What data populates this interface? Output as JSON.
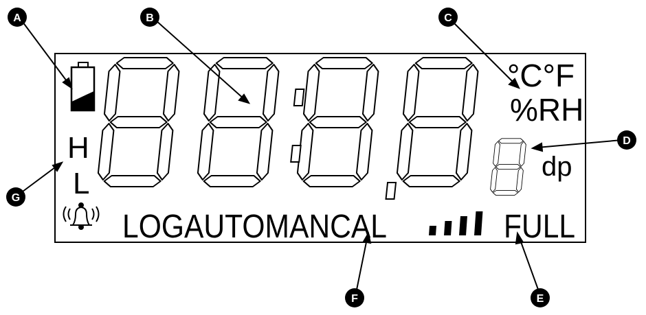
{
  "callouts": [
    {
      "letter": "A"
    },
    {
      "letter": "B"
    },
    {
      "letter": "C"
    },
    {
      "letter": "D"
    },
    {
      "letter": "E"
    },
    {
      "letter": "F"
    },
    {
      "letter": "G"
    }
  ],
  "units": {
    "temperature": "°C°F",
    "humidity": "%RH"
  },
  "decimal_label": "dp",
  "high_low": {
    "high": "H",
    "low": "L"
  },
  "modes": "LOGAUTOMANCAL",
  "memory": {
    "label": "FULL",
    "bars": 4
  },
  "battery": {
    "level": 0.45
  },
  "icons": [
    "battery-icon",
    "alarm-bell-icon",
    "memory-bars-icon",
    "seven-segment-digit-icon"
  ],
  "colors": {
    "ink": "#000000",
    "background": "#ffffff",
    "segment_fill": "#ffffff"
  }
}
